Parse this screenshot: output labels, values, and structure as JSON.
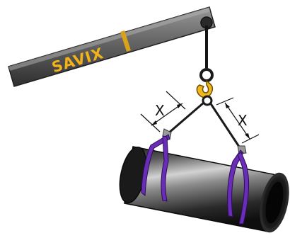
{
  "brand": {
    "text": "SAVIX"
  },
  "dimensions": {
    "left_label": "X",
    "right_label": "X"
  },
  "colors": {
    "boom": "#4a4a4a",
    "boom_light": "#8c8c8c",
    "brand_text": "#f2b21a",
    "collar": "#d9a21c",
    "hook": "#f0b81e",
    "chain": "#1b1b1b",
    "sling": "#6a2db8",
    "sling_dark": "#3a1670",
    "pipe_dark": "#141414",
    "pipe_mid": "#6a6a6a",
    "pipe_light": "#c8c8c8",
    "fitting": "#9a9a9a"
  },
  "icons": [
    "crane-boom-icon",
    "hook-icon",
    "pipe-icon",
    "sling-icon"
  ]
}
